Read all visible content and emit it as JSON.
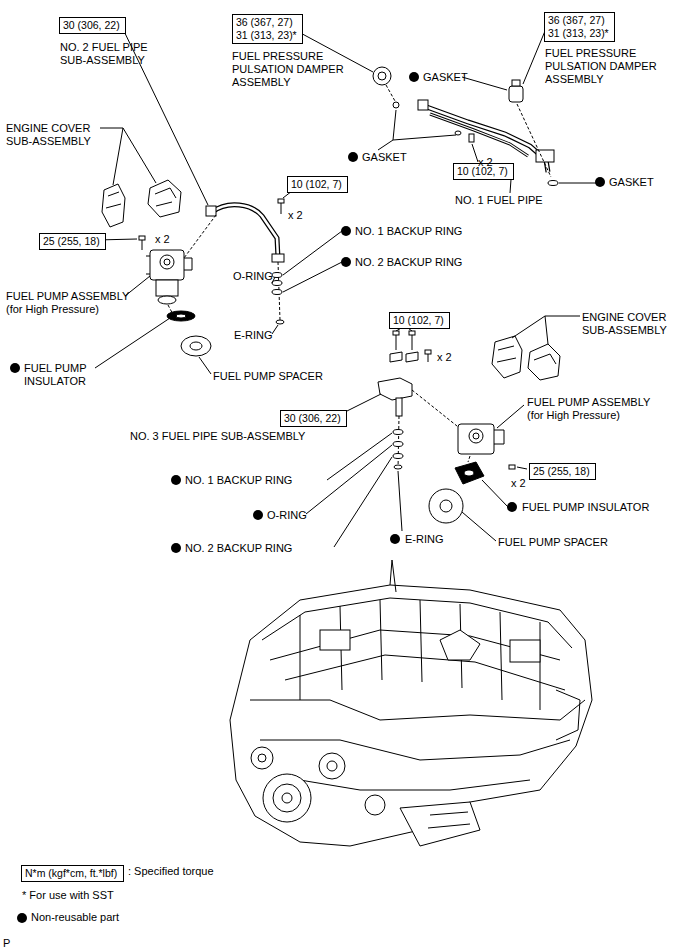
{
  "diagram": {
    "nodes": [
      {
        "text": [
          "30 (306, 22)"
        ]
      },
      {
        "text": [
          "36 (367, 27)",
          "31 (313, 23)*"
        ]
      },
      {
        "text": [
          "36 (367, 27)",
          "31 (313, 23)*"
        ]
      },
      {
        "text": [
          "10 (102, 7)"
        ]
      },
      {
        "text": [
          "10 (102, 7)"
        ]
      },
      {
        "text": [
          "25 (255, 18)"
        ]
      },
      {
        "text": [
          "10 (102, 7)"
        ]
      },
      {
        "text": [
          "30 (306, 22)"
        ]
      },
      {
        "text": [
          "25 (255, 18)"
        ]
      },
      {
        "text": [
          "N*m (kgf*cm, ft.*lbf)"
        ]
      }
    ],
    "labels": [
      "NO. 2 FUEL PIPE SUB-ASSEMBLY",
      "FUEL PRESSURE PULSATION DAMPER ASSEMBLY",
      "FUEL PRESSURE PULSATION DAMPER ASSEMBLY",
      "GASKET",
      "GASKET",
      "x 2",
      "NO. 1 FUEL PIPE",
      "GASKET",
      "ENGINE COVER SUB-ASSEMBLY",
      "x 2",
      "x 2",
      "NO. 1 BACKUP RING",
      "NO. 2 BACKUP RING",
      "O-RING",
      "FUEL PUMP ASSEMBLY (for High Pressure)",
      "E-RING",
      "ENGINE COVER SUB-ASSEMBLY",
      "x 2",
      "FUEL PUMP INSULATOR",
      "FUEL PUMP SPACER",
      "FUEL PUMP ASSEMBLY (for High Pressure)",
      "NO. 3 FUEL PIPE SUB-ASSEMBLY",
      "x 2",
      "FUEL PUMP INSULATOR",
      "NO. 1 BACKUP RING",
      "O-RING",
      "NO. 2 BACKUP RING",
      "E-RING",
      "FUEL PUMP SPACER",
      ": Specified torque",
      "* For use with SST",
      "P"
    ],
    "legend": [
      {
        "text": "Non-reusable part",
        "color": "#000000"
      }
    ]
  }
}
